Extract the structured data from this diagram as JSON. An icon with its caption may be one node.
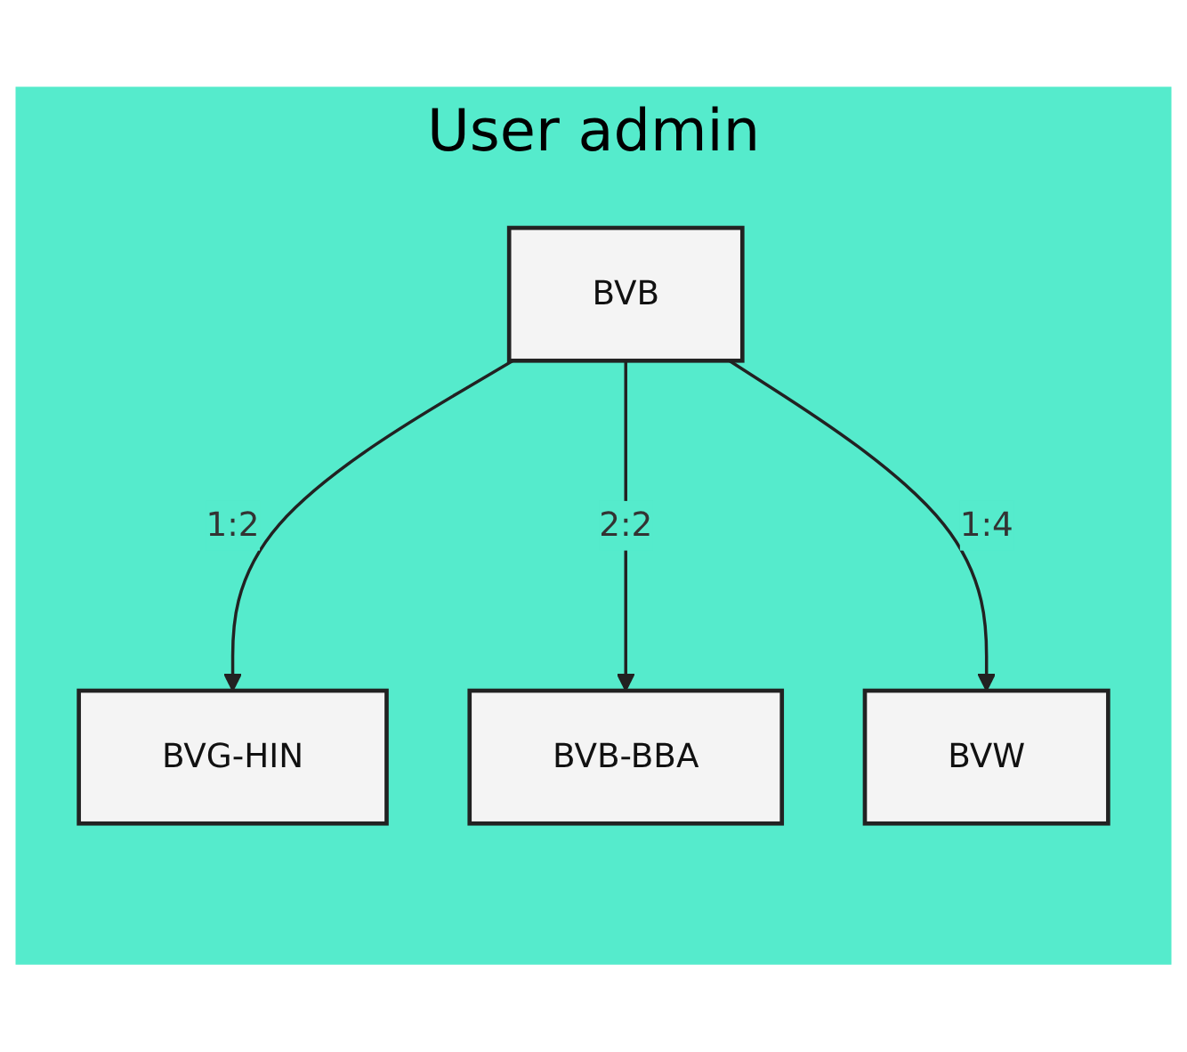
{
  "diagram": {
    "nodes": [
      {
        "text": [
          "User admin"
        ]
      },
      {
        "text": [
          "BVB"
        ],
        "in": 0
      },
      {
        "text": [
          "BVG-HIN"
        ],
        "in": 0
      },
      {
        "text": [
          "BVB-BBA"
        ],
        "in": 0
      },
      {
        "text": [
          "BVW"
        ],
        "in": 0
      }
    ],
    "edges": [
      {
        "from": 1,
        "to": 2,
        "arrow": "to",
        "label": "1:2"
      },
      {
        "from": 1,
        "to": 3,
        "arrow": "to",
        "label": "2:2"
      },
      {
        "from": 1,
        "to": 4,
        "arrow": "to",
        "label": "1:4"
      }
    ]
  }
}
